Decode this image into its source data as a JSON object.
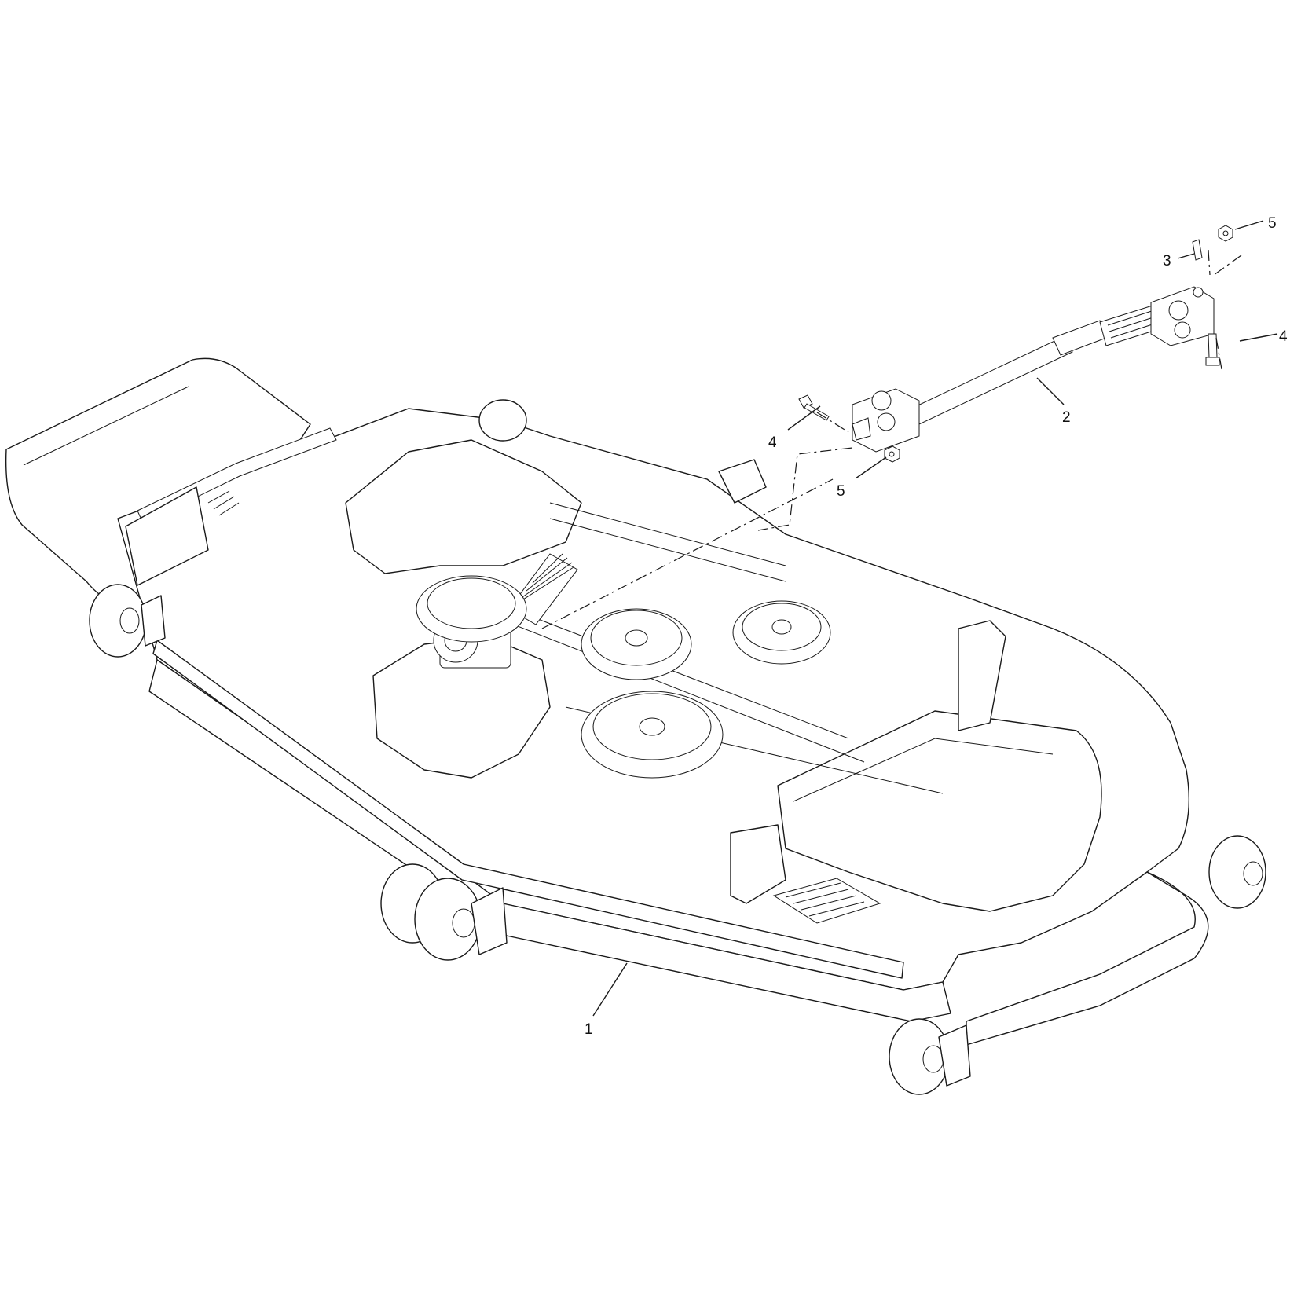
{
  "callouts": [
    {
      "id": "1",
      "label": "1"
    },
    {
      "id": "2",
      "label": "2"
    },
    {
      "id": "3",
      "label": "3"
    },
    {
      "id": "4a",
      "label": "4"
    },
    {
      "id": "4b",
      "label": "4"
    },
    {
      "id": "5a",
      "label": "5"
    },
    {
      "id": "5b",
      "label": "5"
    }
  ],
  "colors": {
    "line": "#1a1a1a",
    "background": "#ffffff"
  }
}
